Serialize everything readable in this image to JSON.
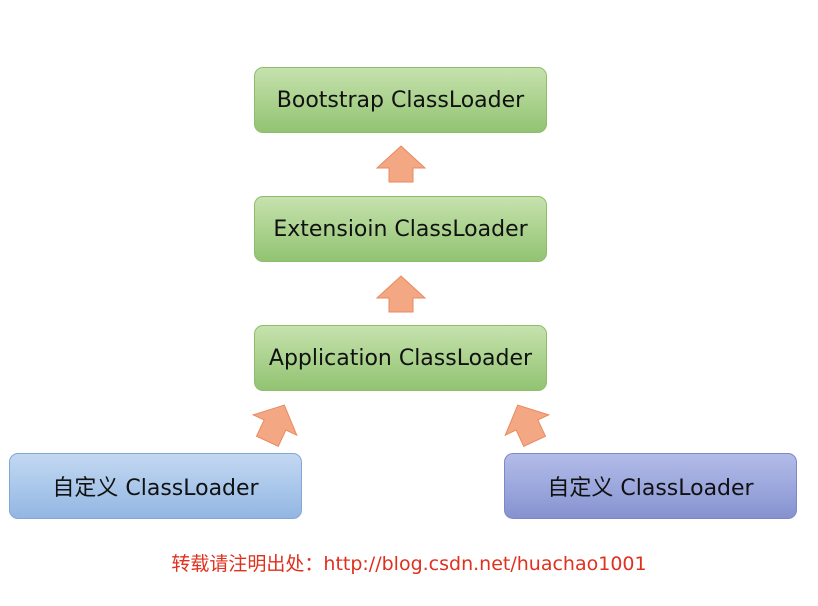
{
  "nodes": {
    "bootstrap": "Bootstrap ClassLoader",
    "extension": "Extensioin ClassLoader",
    "application": "Application ClassLoader",
    "custom_left": "自定义 ClassLoader",
    "custom_right": "自定义 ClassLoader"
  },
  "footer": "转载请注明出处：http://blog.csdn.net/huachao1001",
  "colors": {
    "node_green": "#a9d18c",
    "node_blue_light": "#a8c6ea",
    "node_blue_purple": "#9aa6dc",
    "arrow_fill": "#f4a783",
    "arrow_stroke": "#e98a60",
    "footer_text": "#e0301e"
  }
}
